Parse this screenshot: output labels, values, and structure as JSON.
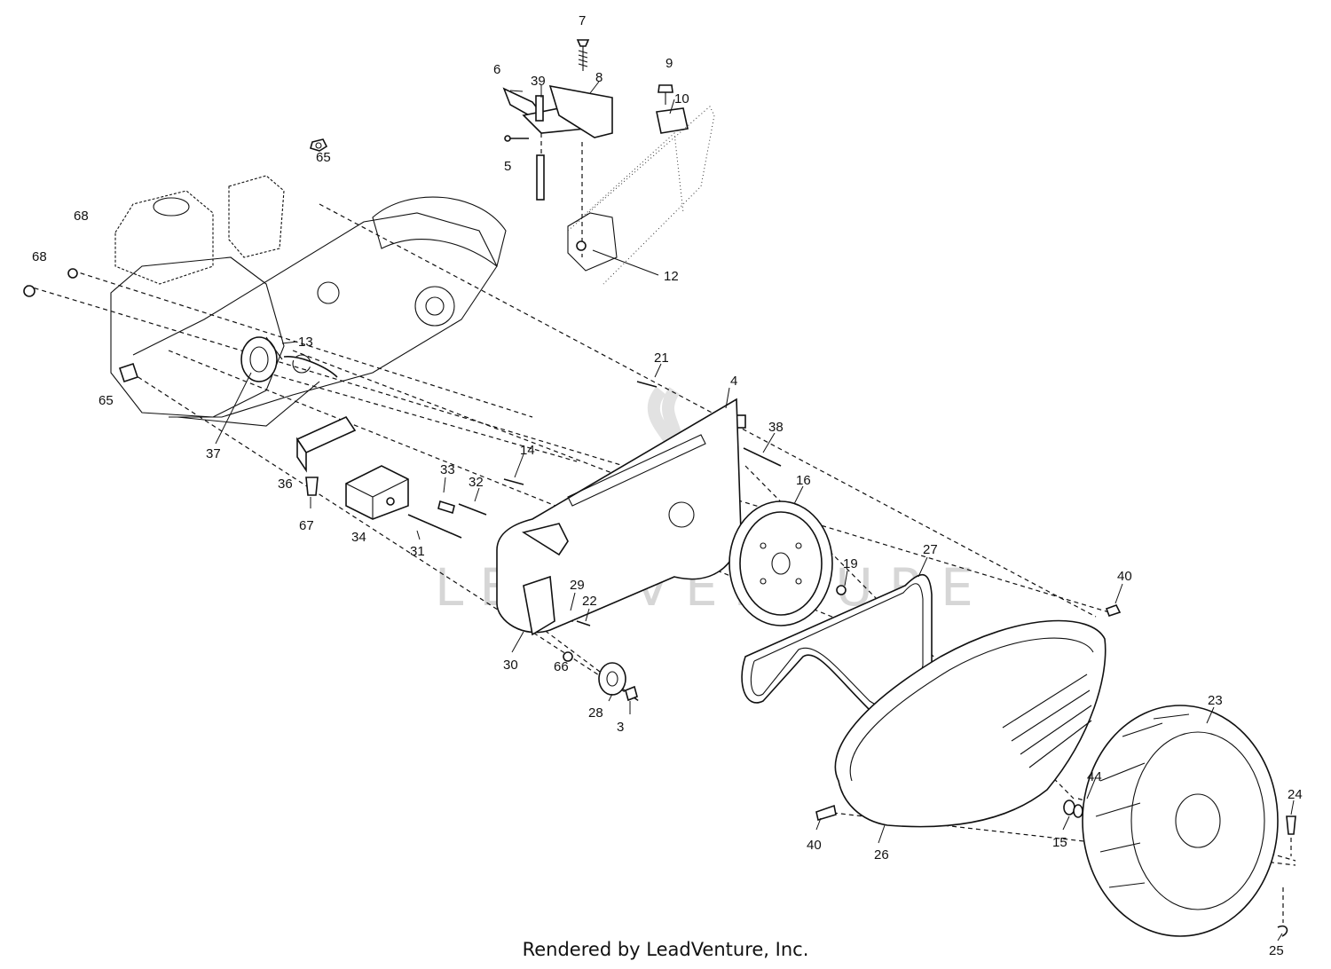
{
  "watermark": "LEADVENTURE",
  "footer": "Rendered by LeadVenture, Inc.",
  "callouts": [
    "7",
    "6",
    "39",
    "8",
    "9",
    "10",
    "5",
    "65",
    "68",
    "68",
    "12",
    "13",
    "65",
    "21",
    "4",
    "37",
    "38",
    "36",
    "14",
    "33",
    "32",
    "16",
    "67",
    "34",
    "31",
    "27",
    "29",
    "22",
    "19",
    "40",
    "30",
    "66",
    "28",
    "3",
    "23",
    "44",
    "24",
    "40",
    "26",
    "15",
    "25"
  ]
}
